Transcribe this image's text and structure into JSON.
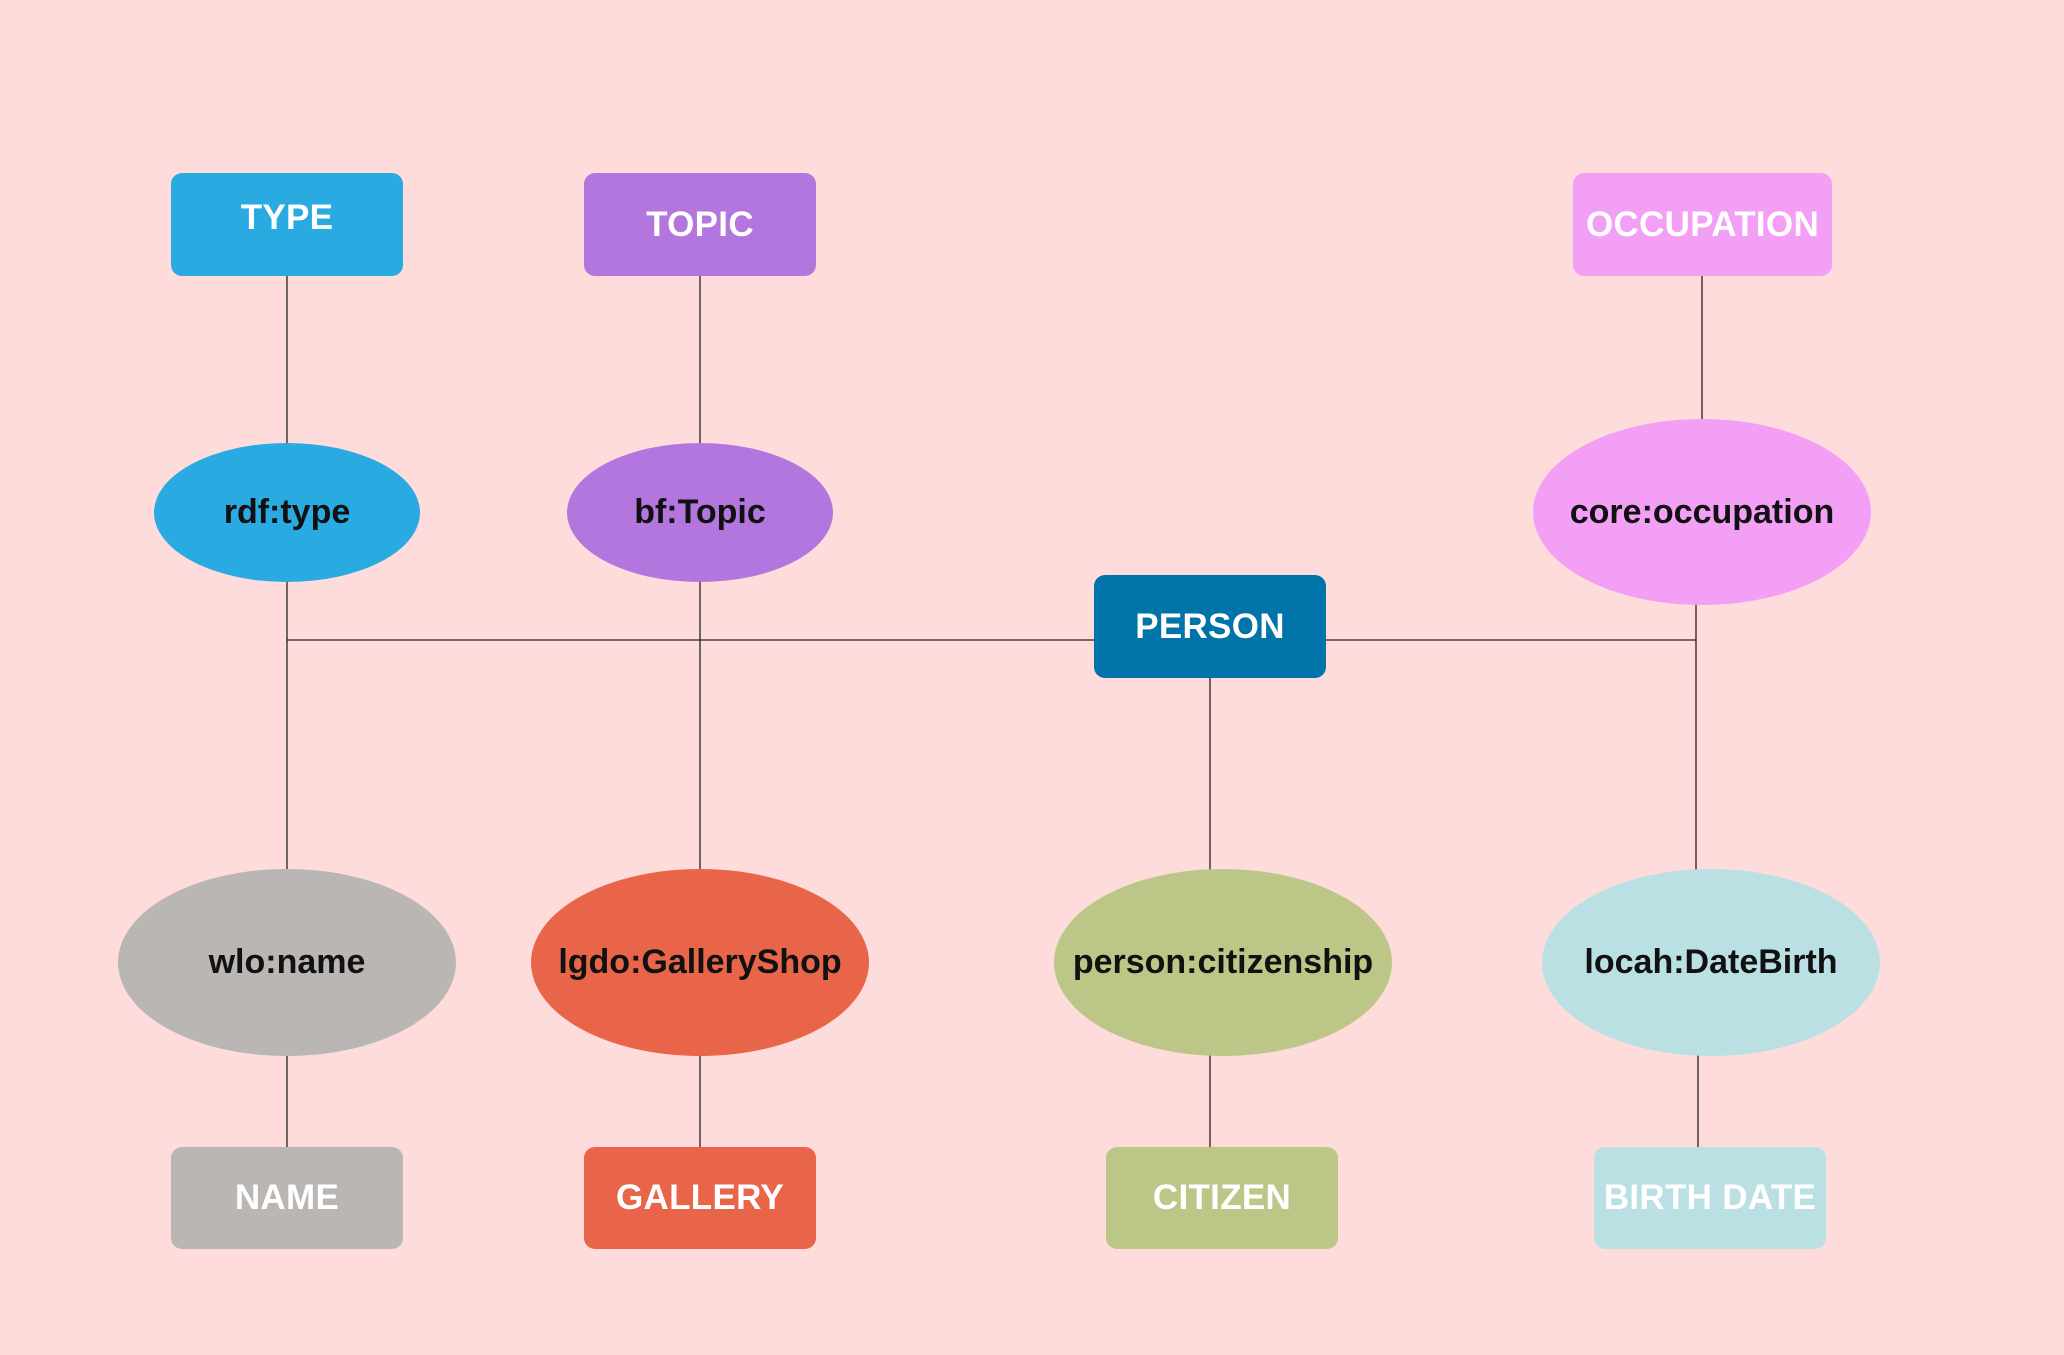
{
  "colors": {
    "background": "#ffdcdc",
    "blue": "#29abe2",
    "purple": "#b276de",
    "pink": "#f39ff5",
    "dark_blue": "#0073a8",
    "gray": "#b9b6b4",
    "orange": "#e9654a",
    "green": "#bcc787",
    "light_blue": "#bbe0e4"
  },
  "nodes": {
    "type": {
      "label": "TYPE",
      "shape": "rectangle",
      "color": "#29abe2"
    },
    "topic": {
      "label": "TOPIC",
      "shape": "rectangle",
      "color": "#b276de"
    },
    "occupation": {
      "label": "OCCUPATION",
      "shape": "rectangle",
      "color": "#f39ff5"
    },
    "rdf_type": {
      "label": "rdf:type",
      "shape": "ellipse",
      "color": "#29abe2"
    },
    "bf_topic": {
      "label": "bf:Topic",
      "shape": "ellipse",
      "color": "#b276de"
    },
    "core_occupation": {
      "label": "core:occupation",
      "shape": "ellipse",
      "color": "#f39ff5"
    },
    "person": {
      "label": "PERSON",
      "shape": "rectangle",
      "color": "#0073a8"
    },
    "wlo_name": {
      "label": "wlo:name",
      "shape": "ellipse",
      "color": "#b9b6b4"
    },
    "lgdo_galleryshop": {
      "label": "lgdo:GalleryShop",
      "shape": "ellipse",
      "color": "#e9654a"
    },
    "person_citizenship": {
      "label": "person:citizenship",
      "shape": "ellipse",
      "color": "#bcc787"
    },
    "locah_datebirth": {
      "label": "locah:DateBirth",
      "shape": "ellipse",
      "color": "#bbe0e4"
    },
    "name": {
      "label": "NAME",
      "shape": "rectangle",
      "color": "#b9b6b4"
    },
    "gallery": {
      "label": "GALLERY",
      "shape": "rectangle",
      "color": "#e9654a"
    },
    "citizen": {
      "label": "CITIZEN",
      "shape": "rectangle",
      "color": "#bcc787"
    },
    "birth_date": {
      "label": "BIRTH DATE",
      "shape": "rectangle",
      "color": "#bbe0e4"
    }
  },
  "edges": [
    [
      "type",
      "rdf_type"
    ],
    [
      "topic",
      "bf_topic"
    ],
    [
      "occupation",
      "core_occupation"
    ],
    [
      "rdf_type",
      "person"
    ],
    [
      "bf_topic",
      "person"
    ],
    [
      "core_occupation",
      "person"
    ],
    [
      "person",
      "wlo_name"
    ],
    [
      "person",
      "lgdo_galleryshop"
    ],
    [
      "person",
      "person_citizenship"
    ],
    [
      "person",
      "locah_datebirth"
    ],
    [
      "wlo_name",
      "name"
    ],
    [
      "lgdo_galleryshop",
      "gallery"
    ],
    [
      "person_citizenship",
      "citizen"
    ],
    [
      "locah_datebirth",
      "birth_date"
    ]
  ]
}
